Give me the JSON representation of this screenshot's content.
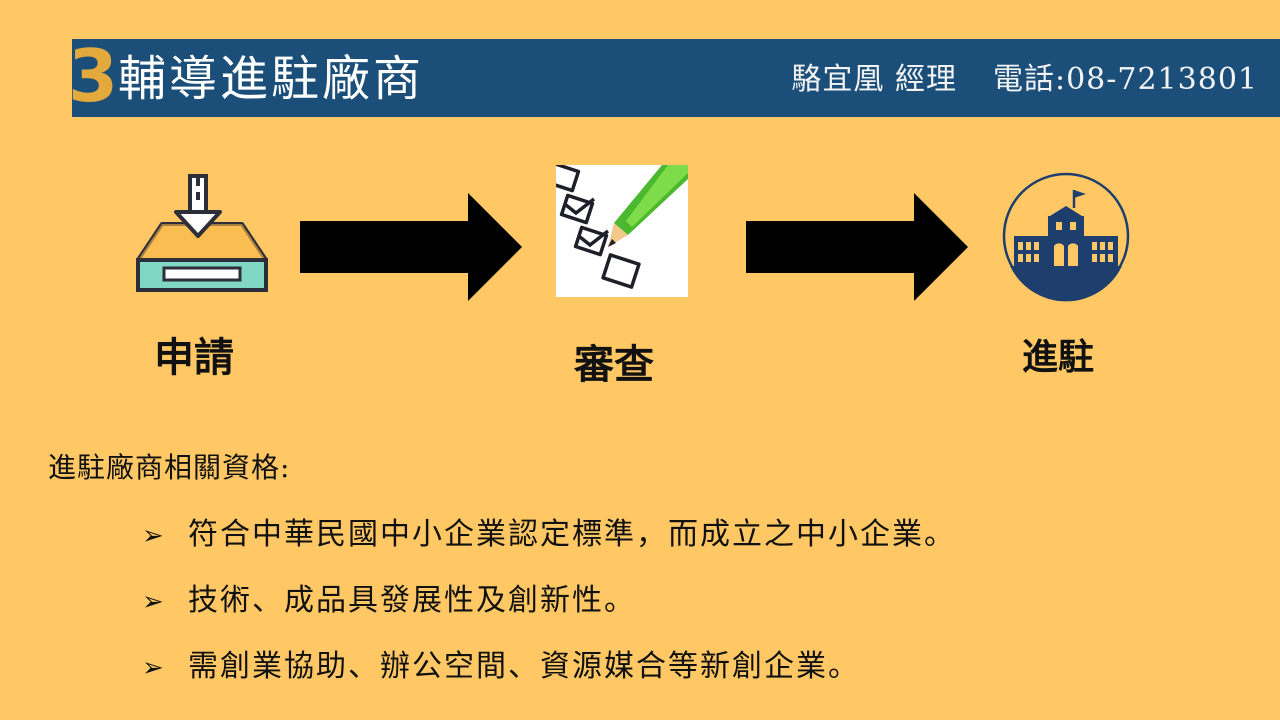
{
  "header": {
    "slide_number": "3",
    "title": "輔導進駐廠商",
    "contact_name": "駱宜凰 經理",
    "contact_phone": "電話:08-7213801",
    "bar_color": "#1B4F7A",
    "accent_color": "#E3A93C"
  },
  "flow": {
    "steps": [
      {
        "label": "申請",
        "icon": "inbox-download-icon"
      },
      {
        "label": "審查",
        "icon": "checklist-pencil-icon"
      },
      {
        "label": "進駐",
        "icon": "building-flag-icon"
      }
    ],
    "arrow_icon": "right-arrow-icon",
    "arrow_color": "#000000"
  },
  "qualifications": {
    "heading": "進駐廠商相關資格:",
    "bullet": "➢",
    "items": [
      "符合中華民國中小企業認定標準，而成立之中小企業。",
      "技術、成品具發展性及創新性。",
      "需創業協助、辦公空間、資源媒合等新創企業。"
    ]
  },
  "background_color": "#FFC864"
}
